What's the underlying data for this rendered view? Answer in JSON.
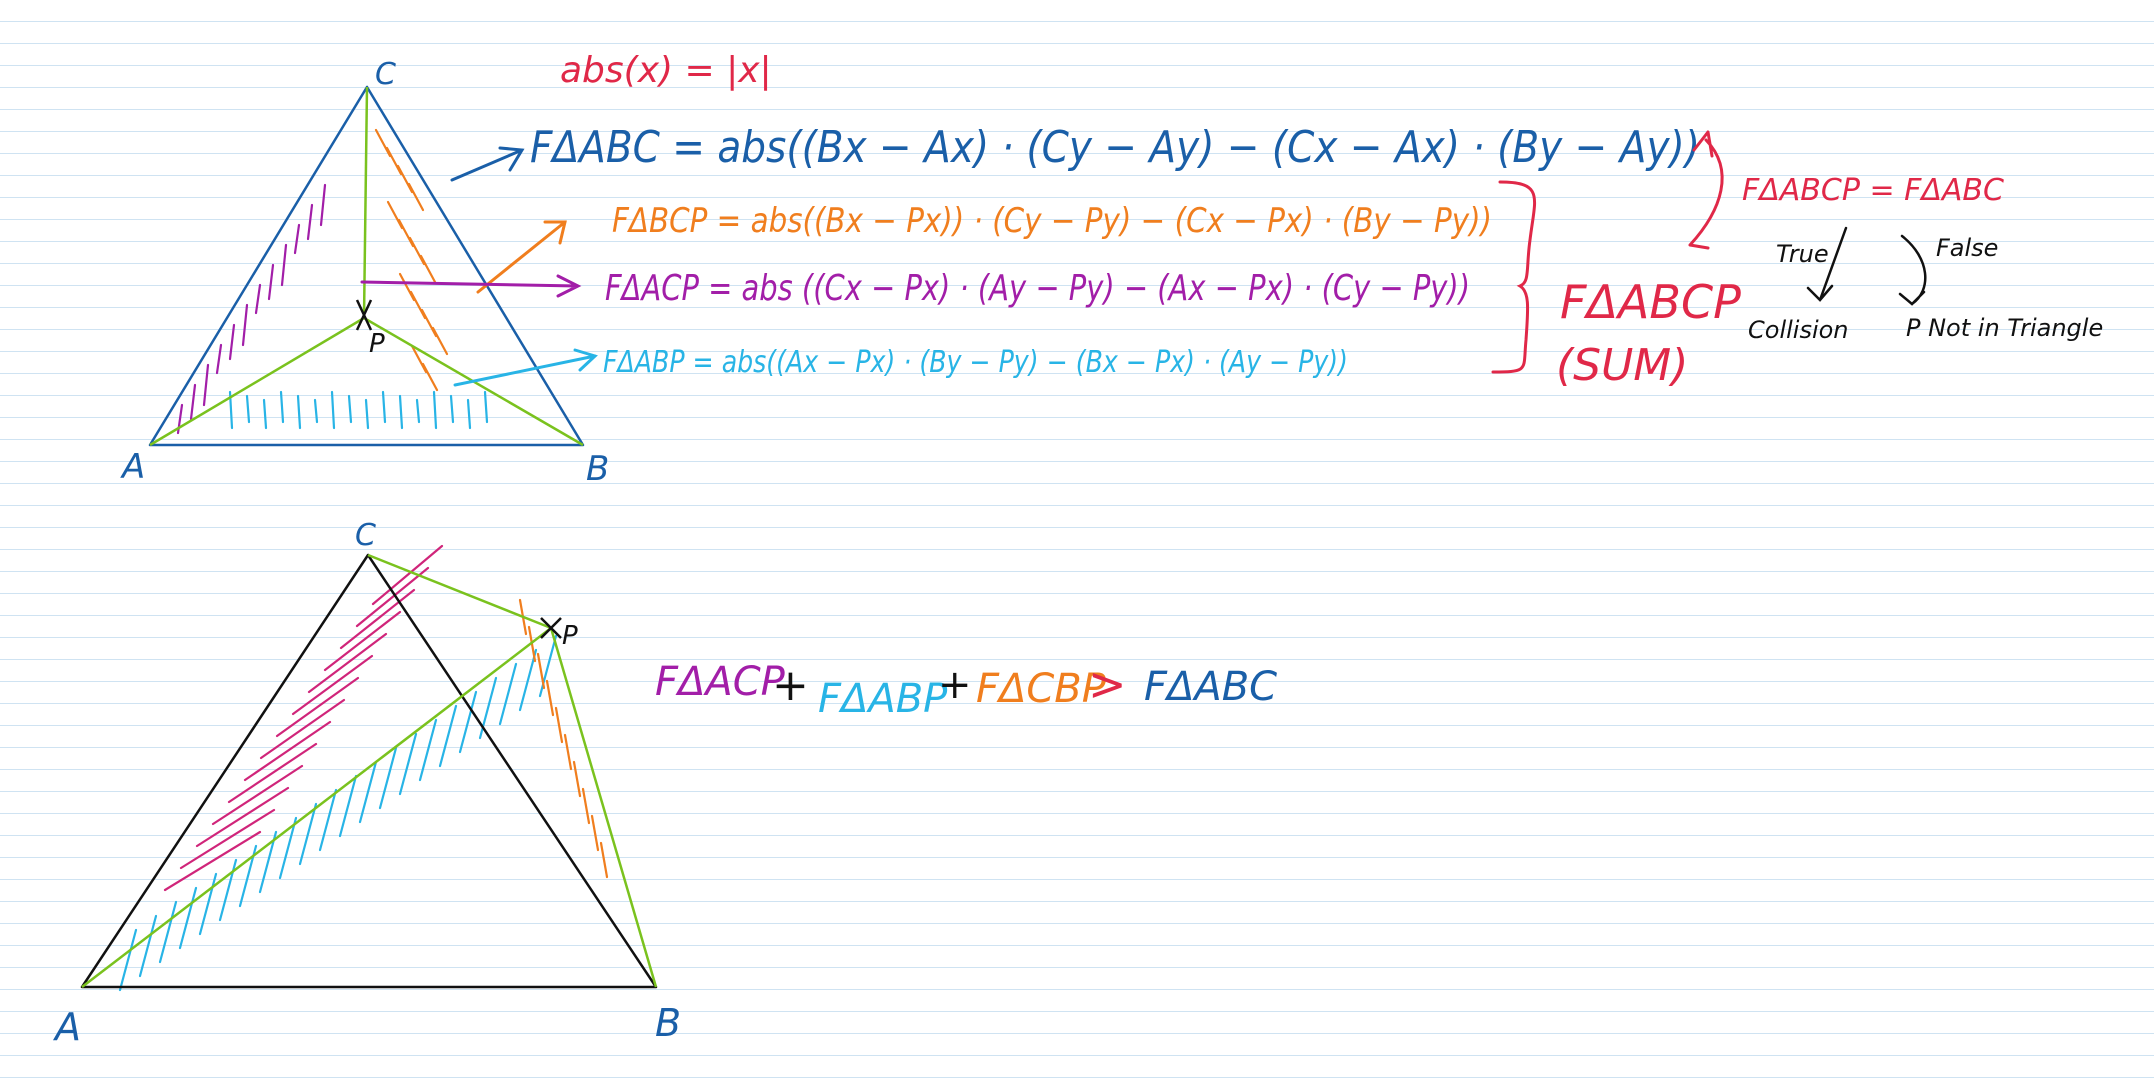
{
  "colors": {
    "blue": "#1a5fa8",
    "orange": "#f07e1e",
    "purple": "#a21ea8",
    "cyan": "#28b4e6",
    "red": "#e02848",
    "green": "#7ac21e",
    "black": "#111111",
    "ruled_line": "#cfe3f2"
  },
  "diagram1": {
    "label_a": "A",
    "label_b": "B",
    "label_c": "C",
    "label_p": "P"
  },
  "formulas": {
    "abs_def": "abs(x) = |x|",
    "abc": "FΔABC = abs((Bx − Ax) · (Cy − Ay) − (Cx − Ax) · (By − Ay))",
    "bcp": "FΔBCP = abs((Bx − Px)) · (Cy − Py) − (Cx − Px) · (By − Py))",
    "acp": "FΔACP = abs ((Cx − Px) · (Ay − Py) − (Ax − Px) · (Cy − Py))",
    "abp": "FΔABP = abs((Ax − Px) · (By − Py) − (Bx − Px) · (Ay − Py))"
  },
  "sum": {
    "label": "FΔABCP",
    "note": "(SUM)"
  },
  "decision": {
    "condition": "FΔABCP = FΔABC",
    "true_label": "True",
    "false_label": "False",
    "true_result": "Collision",
    "false_result": "P Not in Triangle"
  },
  "diagram2": {
    "label_a": "A",
    "label_b": "B",
    "label_c": "C",
    "label_p": "P"
  },
  "inequality": {
    "acp": "FΔACP",
    "plus1": "+",
    "abp": "FΔABP",
    "plus2": "+",
    "cbp": "FΔCBP",
    "gt": ">",
    "abc": "FΔABC"
  }
}
